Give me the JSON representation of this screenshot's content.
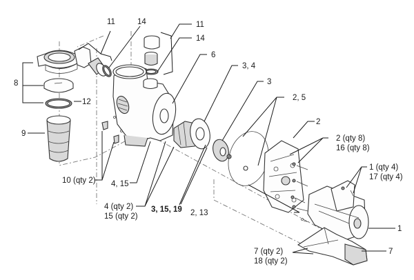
{
  "diagram": {
    "title": "Pool pump exploded parts diagram",
    "callouts": [
      {
        "id": "c11a",
        "text": "11"
      },
      {
        "id": "c14a",
        "text": "14"
      },
      {
        "id": "c11b",
        "text": "11"
      },
      {
        "id": "c14b",
        "text": "14"
      },
      {
        "id": "c6",
        "text": "6"
      },
      {
        "id": "c34",
        "text": "3, 4"
      },
      {
        "id": "c3",
        "text": "3"
      },
      {
        "id": "c25",
        "text": "2, 5"
      },
      {
        "id": "c2",
        "text": "2"
      },
      {
        "id": "c2q8",
        "text": "2 (qty 8)"
      },
      {
        "id": "c16q8",
        "text": "16 (qty 8)"
      },
      {
        "id": "c8",
        "text": "8"
      },
      {
        "id": "c12",
        "text": "12"
      },
      {
        "id": "c9",
        "text": "9"
      },
      {
        "id": "c1q4",
        "text": "1 (qty 4)"
      },
      {
        "id": "c17q4",
        "text": "17 (qty 4)"
      },
      {
        "id": "c10q2",
        "text": "10 (qty 2)"
      },
      {
        "id": "c415",
        "text": "4, 15"
      },
      {
        "id": "c4q2",
        "text": "4 (qty 2)"
      },
      {
        "id": "c15q2",
        "text": "15 (qty 2)"
      },
      {
        "id": "c31519",
        "text": "3, 15, 19"
      },
      {
        "id": "c213",
        "text": "2, 13"
      },
      {
        "id": "c1",
        "text": "1"
      },
      {
        "id": "c7q2",
        "text": "7 (qty 2)"
      },
      {
        "id": "c18q2",
        "text": "18 (qty 2)"
      },
      {
        "id": "c7",
        "text": "7"
      }
    ],
    "parts": [
      "strainer-lid-ring",
      "strainer-lid",
      "lid-o-ring",
      "strainer-basket",
      "union-nut-inlet",
      "union-tailpiece-inlet",
      "union-o-ring-inlet",
      "union-nut-outlet",
      "union-tailpiece-outlet",
      "union-o-ring-outlet",
      "pump-housing",
      "drain-plugs",
      "diffuser",
      "impeller",
      "seal-plate-o-ring",
      "seal-plate",
      "housing-bolts",
      "motor",
      "motor-bolts",
      "motor-base"
    ]
  }
}
